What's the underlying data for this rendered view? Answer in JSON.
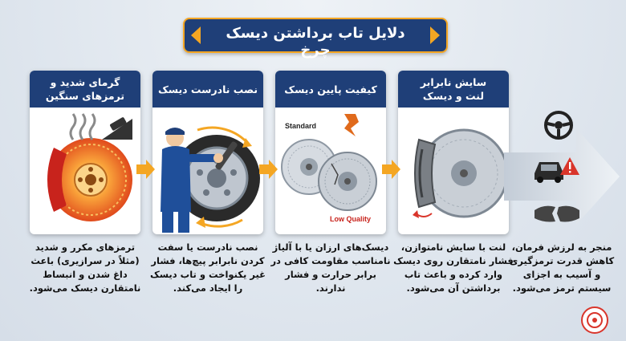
{
  "title": "دلایل تاب برداشتن دیسک چرخ",
  "cards": [
    {
      "heading": "گرمای شدید و\nترمزهای سنگین",
      "description": "ترمزهای مکرر و شدید (مثلاً در سرازیری) باعث داغ شدن و انبساط نامتقارن دیسک می‌شود."
    },
    {
      "heading": "نصب نادرست دیسک",
      "description": "نصب نادرست یا سفت کردن نابرابر پیچ‌ها، فشار غیر یکنواخت و تاب دیسک را ایجاد می‌کند."
    },
    {
      "heading": "کیفیت پایین دیسک",
      "description": "دیسک‌های ارزان یا با آلیاژ نامناسب مقاومت کافی در برابر حرارت و فشار ندارند.",
      "label_standard": "Standard",
      "label_low": "Low Quality"
    },
    {
      "heading": "سایش نابرابر\nلنت و دیسک",
      "description": "لنت با سایش نامتوازن، فشار نامتقارن روی دیسک وارد کرده و باعث تاب برداشتن آن می‌شود."
    }
  ],
  "result_description": "منجر به لرزش فرمان، کاهش قدرت ترمزگیری و آسیب به اجزای سیستم ترمز می‌شود.",
  "colors": {
    "navy": "#1f3f78",
    "orange": "#f4a623",
    "red": "#d9352b"
  }
}
